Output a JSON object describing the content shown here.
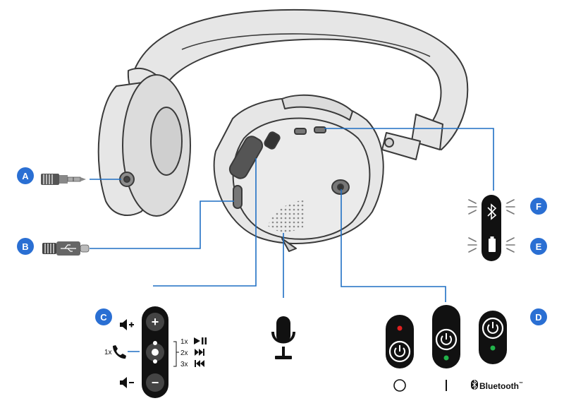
{
  "colors": {
    "callout_blue": "#1f6fc4",
    "badge_blue": "#2a6fd3",
    "headphone_fill": "#e6e6e6",
    "headphone_stroke": "#3a3a3a",
    "dark_control": "#111111",
    "led_red": "#e02020",
    "led_green": "#22b34a"
  },
  "callouts": {
    "A": {
      "letter": "A",
      "icon": "aux-3.5mm-plug-icon"
    },
    "B": {
      "letter": "B",
      "icon": "usb-c-plug-icon"
    },
    "C": {
      "letter": "C",
      "icon": "button-panel-icon"
    },
    "D": {
      "letter": "D",
      "icon": "power-button-icon"
    },
    "E": {
      "letter": "E",
      "icon": "battery-led-icon"
    },
    "F": {
      "letter": "F",
      "icon": "bluetooth-led-icon"
    }
  },
  "controls": {
    "volume_up_icon": "speaker-plus-icon",
    "volume_down_icon": "speaker-minus-icon",
    "plus_label": "+",
    "minus_label": "−",
    "call_press": "1x",
    "play_press": "1x",
    "next_press": "2x",
    "prev_press": "3x",
    "play_icon": "play-pause-icon",
    "next_icon": "next-track-icon",
    "prev_icon": "previous-track-icon",
    "call_icon": "phone-icon"
  },
  "mic": {
    "icon": "microphone-icon"
  },
  "power_states": [
    {
      "state": "off",
      "symbol": "○",
      "led": "red"
    },
    {
      "state": "on",
      "symbol": "I",
      "led": "green"
    },
    {
      "state": "bluetooth",
      "symbol": "Bluetooth",
      "trademark": "™",
      "led": "green"
    }
  ]
}
